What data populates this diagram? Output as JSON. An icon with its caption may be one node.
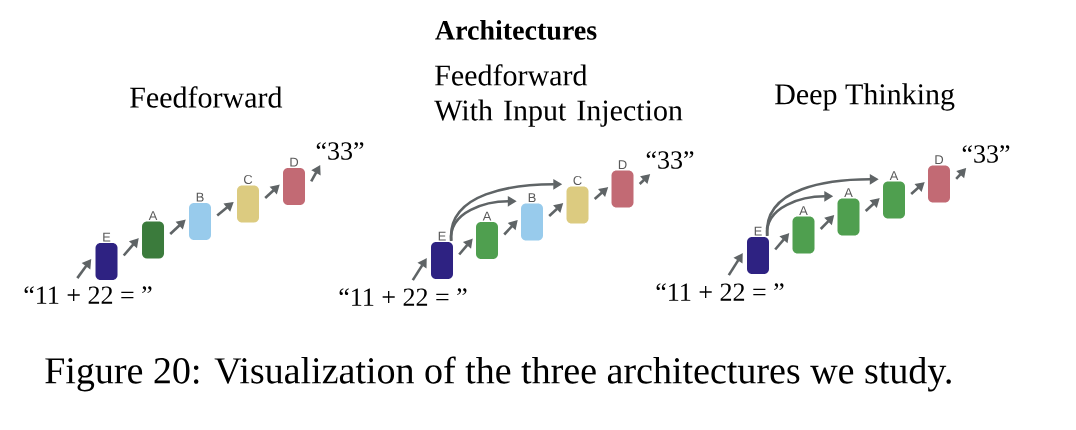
{
  "diagram": {
    "title": "Architectures",
    "caption": "Figure 20: Visualization of the three architectures we study.",
    "nodes": [
      {
        "text": [
          "“11 + 22 = ”"
        ]
      },
      {
        "text": [
          "E"
        ]
      },
      {
        "text": [
          "A"
        ]
      },
      {
        "text": [
          "B"
        ]
      },
      {
        "text": [
          "C"
        ]
      },
      {
        "text": [
          "D"
        ]
      },
      {
        "text": [
          "“33”"
        ]
      },
      {
        "text": [
          "“11 + 22 = ”"
        ]
      },
      {
        "text": [
          "E"
        ]
      },
      {
        "text": [
          "A"
        ]
      },
      {
        "text": [
          "B"
        ]
      },
      {
        "text": [
          "C"
        ]
      },
      {
        "text": [
          "D"
        ]
      },
      {
        "text": [
          "“33”"
        ]
      },
      {
        "text": [
          "“11 + 22 = ”"
        ]
      },
      {
        "text": [
          "E"
        ]
      },
      {
        "text": [
          "A"
        ]
      },
      {
        "text": [
          "A"
        ]
      },
      {
        "text": [
          "A"
        ]
      },
      {
        "text": [
          "D"
        ]
      },
      {
        "text": [
          "“33”"
        ]
      }
    ],
    "edges": [
      {
        "from": 0,
        "to": 1,
        "arrow": "to"
      },
      {
        "from": 1,
        "to": 2,
        "arrow": "to"
      },
      {
        "from": 2,
        "to": 3,
        "arrow": "to"
      },
      {
        "from": 3,
        "to": 4,
        "arrow": "to"
      },
      {
        "from": 4,
        "to": 5,
        "arrow": "to"
      },
      {
        "from": 5,
        "to": 6,
        "arrow": "to"
      },
      {
        "from": 7,
        "to": 8,
        "arrow": "to"
      },
      {
        "from": 8,
        "to": 9,
        "arrow": "to"
      },
      {
        "from": 9,
        "to": 10,
        "arrow": "to"
      },
      {
        "from": 10,
        "to": 11,
        "arrow": "to"
      },
      {
        "from": 11,
        "to": 12,
        "arrow": "to"
      },
      {
        "from": 12,
        "to": 13,
        "arrow": "to"
      },
      {
        "from": 8,
        "to": 10,
        "arrow": "to"
      },
      {
        "from": 8,
        "to": 11,
        "arrow": "to"
      },
      {
        "from": 14,
        "to": 15,
        "arrow": "to"
      },
      {
        "from": 15,
        "to": 16,
        "arrow": "to"
      },
      {
        "from": 16,
        "to": 17,
        "arrow": "to"
      },
      {
        "from": 17,
        "to": 18,
        "arrow": "to"
      },
      {
        "from": 18,
        "to": 19,
        "arrow": "to"
      },
      {
        "from": 19,
        "to": 20,
        "arrow": "to"
      },
      {
        "from": 15,
        "to": 17,
        "arrow": "to"
      },
      {
        "from": 15,
        "to": 18,
        "arrow": "to"
      }
    ],
    "labels": [
      "Feedforward",
      "Feedforward With Input Injection",
      "Deep Thinking"
    ]
  }
}
